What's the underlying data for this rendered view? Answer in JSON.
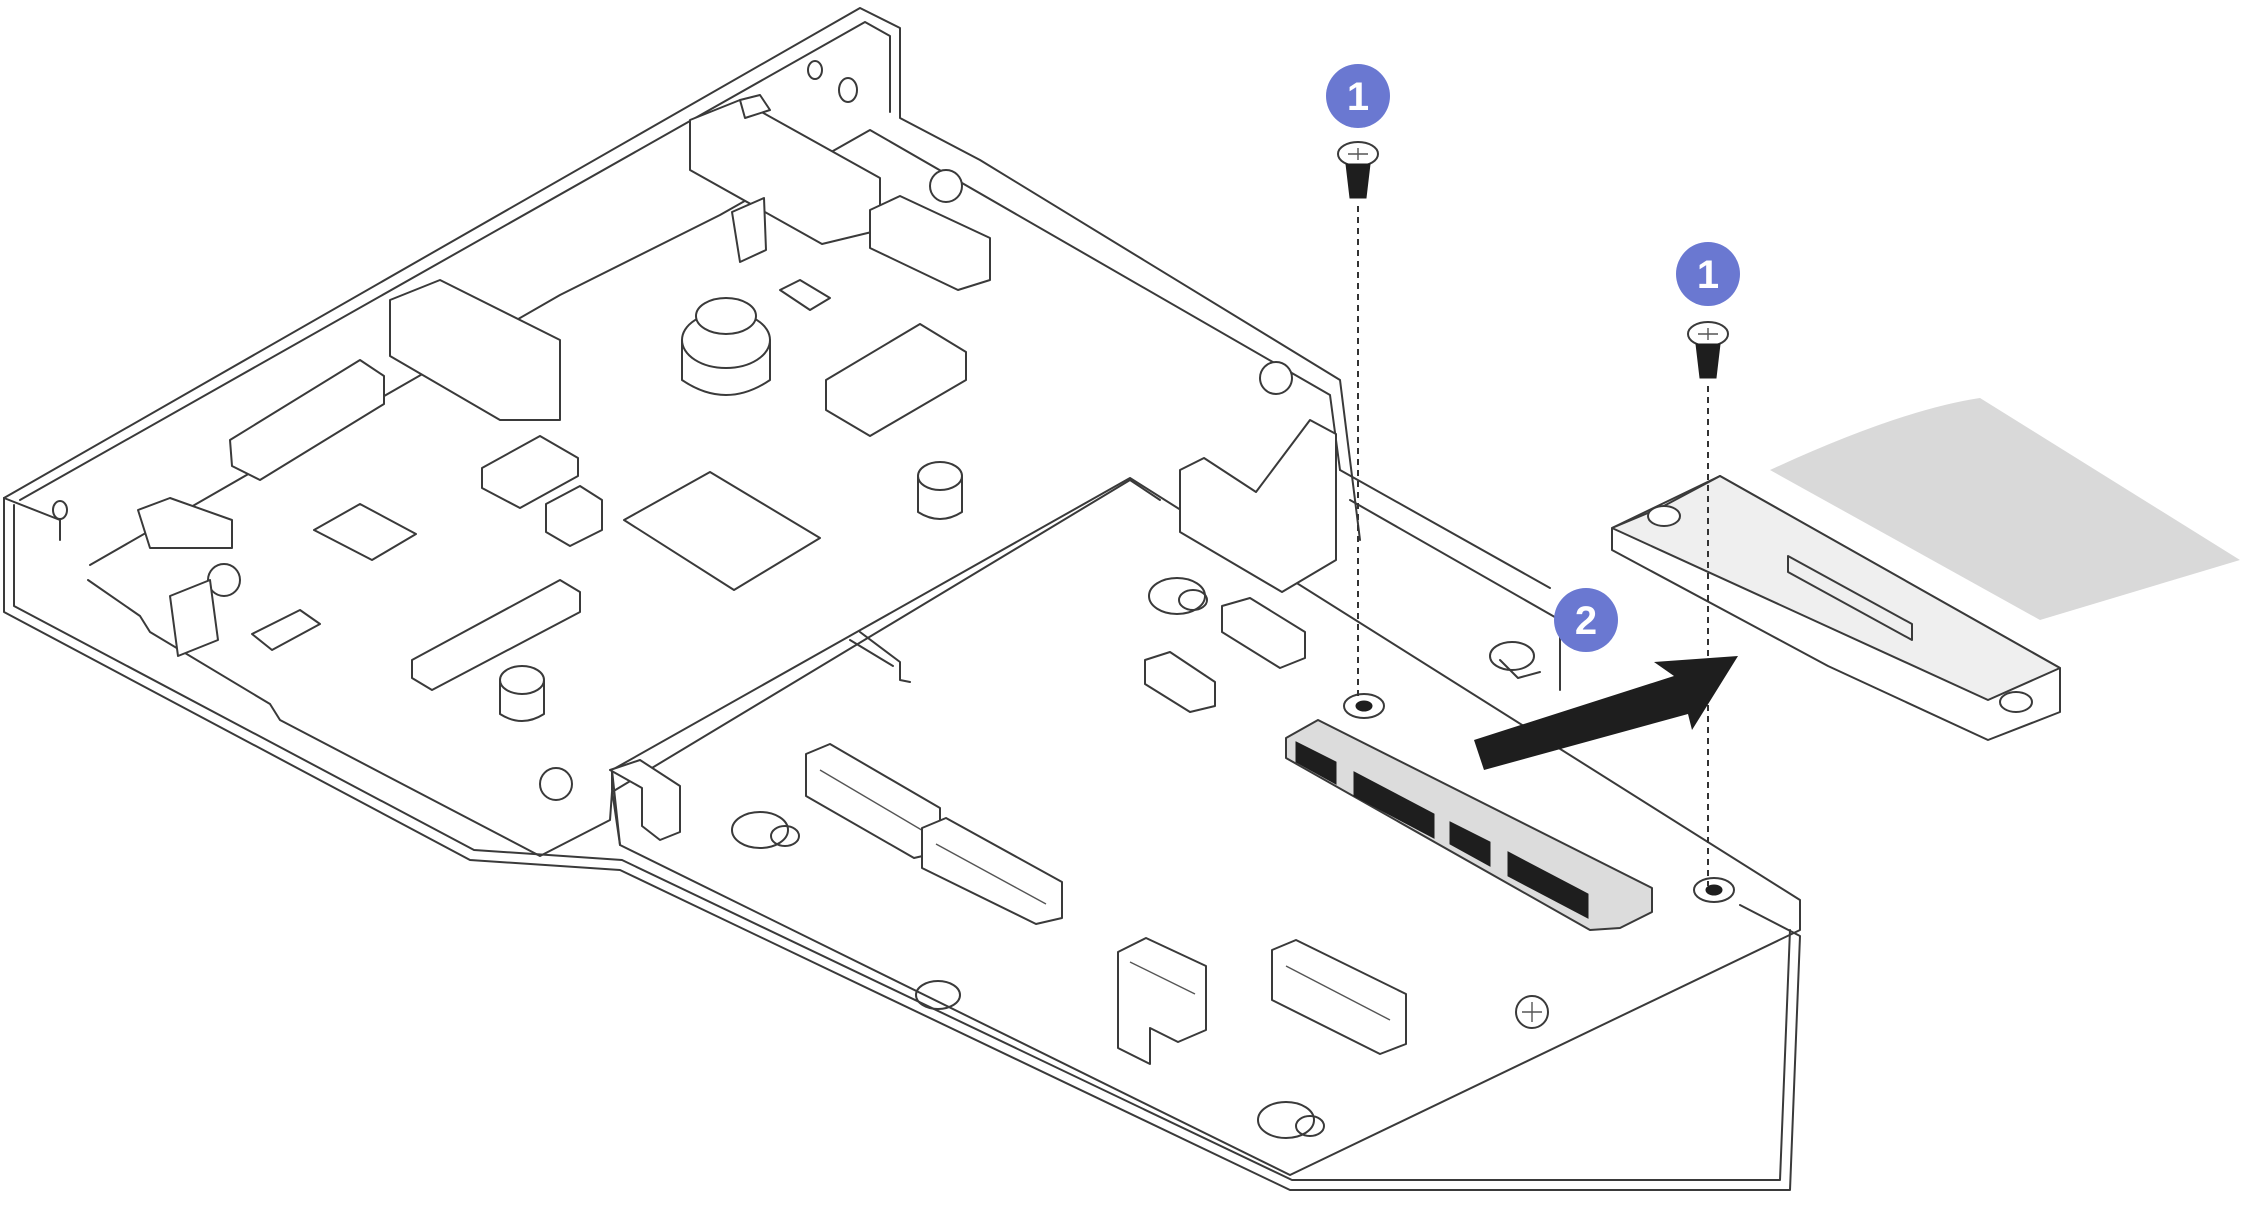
{
  "callouts": [
    {
      "id": "screw-1-left",
      "label": "1",
      "color": "#6a78d1"
    },
    {
      "id": "screw-1-right",
      "label": "1",
      "color": "#6a78d1"
    },
    {
      "id": "slide-connector",
      "label": "2",
      "color": "#6a78d1"
    }
  ],
  "colors": {
    "line": "#3a3a3a",
    "callout": "#6a78d1",
    "arrow": "#1e1e1e",
    "cable": "#d9d9d9"
  },
  "icons": [
    "screw-icon",
    "direction-arrow-icon",
    "callout-badge-icon"
  ]
}
